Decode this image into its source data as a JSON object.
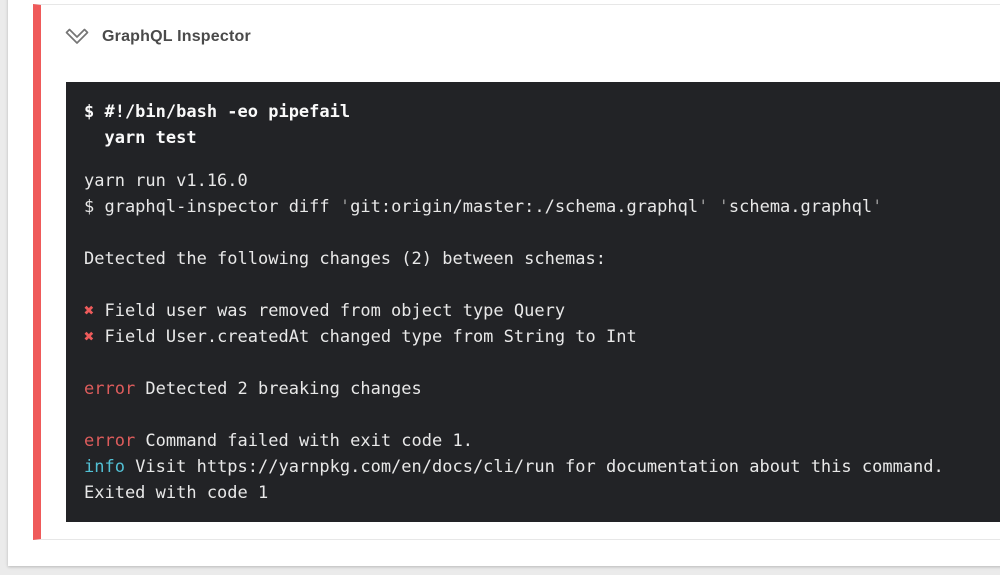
{
  "step": {
    "title": "GraphQL Inspector",
    "collapse_icon": "chevron-double-down",
    "status": "failed"
  },
  "terminal": {
    "command_lines": [
      "$ #!/bin/bash -eo pipefail",
      "  yarn test"
    ],
    "lines": [
      [
        {
          "t": "yarn run v1.16.0"
        }
      ],
      [
        {
          "t": "$ graphql-inspector diff "
        },
        {
          "t": "'",
          "c": "dim"
        },
        {
          "t": "git:origin/master:./schema.graphql"
        },
        {
          "t": "'",
          "c": "dim"
        },
        {
          "t": " "
        },
        {
          "t": "'",
          "c": "dim"
        },
        {
          "t": "schema.graphql"
        },
        {
          "t": "'",
          "c": "dim"
        }
      ],
      [],
      [
        {
          "t": "Detected the following changes (2) between schemas:"
        }
      ],
      [],
      [
        {
          "t": "✖",
          "c": "redbold"
        },
        {
          "t": " Field user was removed from object type Query"
        }
      ],
      [
        {
          "t": "✖",
          "c": "redbold"
        },
        {
          "t": " Field User.createdAt changed type from String to Int"
        }
      ],
      [],
      [
        {
          "t": "error",
          "c": "red"
        },
        {
          "t": " Detected 2 breaking changes"
        }
      ],
      [],
      [
        {
          "t": "error",
          "c": "red"
        },
        {
          "t": " Command failed with exit code 1."
        }
      ],
      [
        {
          "t": "info",
          "c": "cyan"
        },
        {
          "t": " Visit https://yarnpkg.com/en/docs/cli/run for documentation about this command."
        }
      ],
      [
        {
          "t": "Exited with code 1"
        }
      ]
    ]
  },
  "colors": {
    "page_bg": "#ebebeb",
    "accent": "#ef5a5a",
    "term_bg": "#222326",
    "term_text": "#e8e8e8",
    "error_red": "#dd5c5c",
    "xmark_red": "#ee5b5b",
    "info_cyan": "#52c0d4",
    "title_color": "#4a4a4a"
  }
}
